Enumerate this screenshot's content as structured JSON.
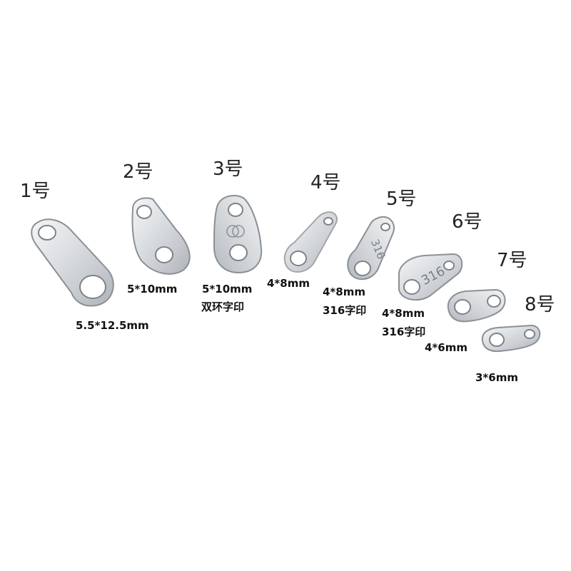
{
  "products": [
    {
      "number": "1号",
      "dimension": "5.5*12.5mm",
      "note": ""
    },
    {
      "number": "2号",
      "dimension": "5*10mm",
      "note": ""
    },
    {
      "number": "3号",
      "dimension": "5*10mm",
      "note": "双环字印"
    },
    {
      "number": "4号",
      "dimension": "4*8mm",
      "note": ""
    },
    {
      "number": "5号",
      "dimension": "4*8mm",
      "note": "316字印"
    },
    {
      "number": "6号",
      "dimension": "4*8mm",
      "note": "316字印"
    },
    {
      "number": "7号",
      "dimension": "4*6mm",
      "note": ""
    },
    {
      "number": "8号",
      "dimension": "3*6mm",
      "note": ""
    }
  ],
  "stamps": {
    "product5": "316",
    "product6": "316"
  },
  "colors": {
    "background": "#ffffff",
    "metal_light": "#eceef0",
    "metal_dark": "#7d838a",
    "text": "#111111"
  }
}
